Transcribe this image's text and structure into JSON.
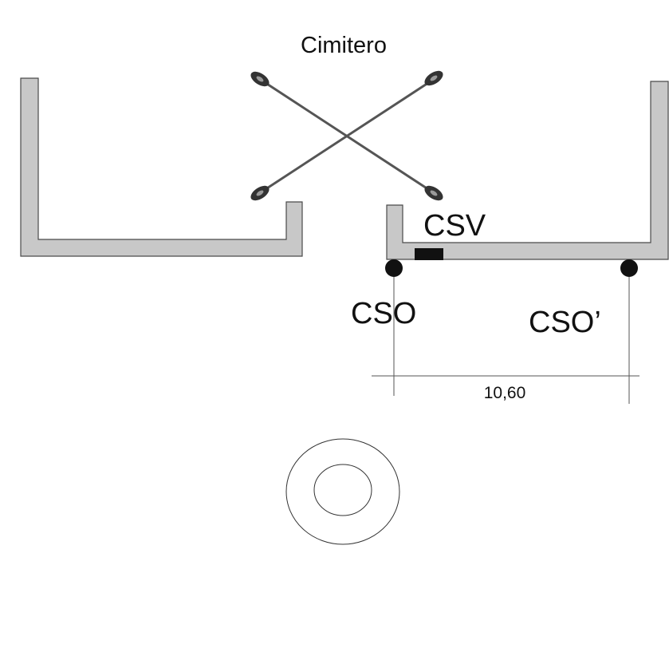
{
  "labels": {
    "cemetery": "Cimitero",
    "csv": "CSV",
    "cso": "CSO",
    "cso_prime": "CSO’",
    "distance": "10,60"
  },
  "colors": {
    "wall_fill": "#c8c8c8",
    "wall_stroke": "#4a4a4a",
    "line": "#555555",
    "point": "#111111",
    "background": "#ffffff"
  },
  "icons": {
    "cross_symbol": "crossed-lines-icon",
    "ring_symbol": "concentric-circles-icon"
  }
}
